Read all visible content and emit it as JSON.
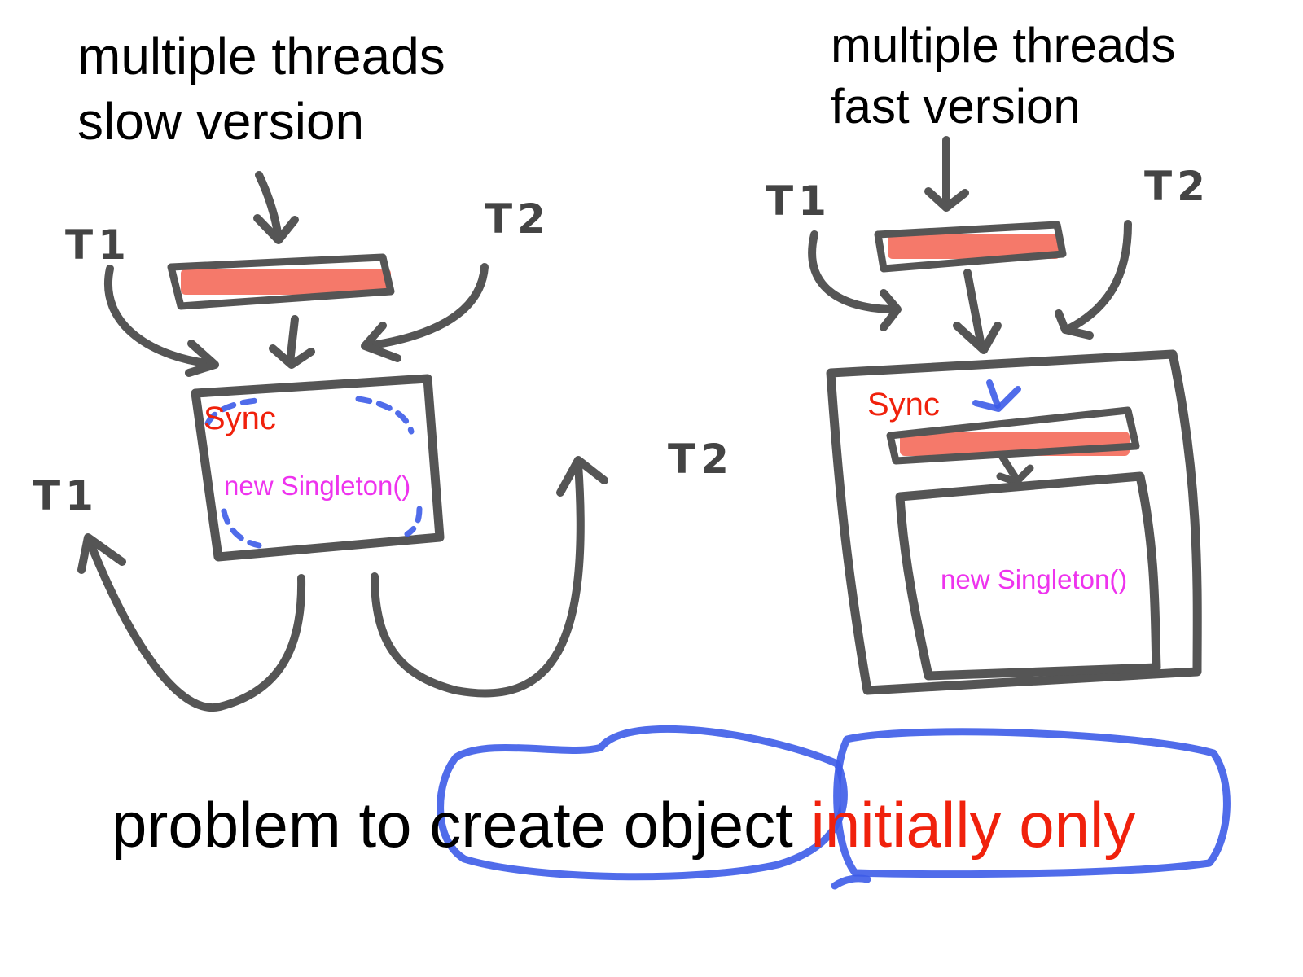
{
  "slow": {
    "heading_line1": "multiple threads",
    "heading_line2": "slow version",
    "sync_label": "Sync",
    "create_label": "new Singleton()",
    "thread_labels": [
      "T1",
      "T2",
      "T1",
      "T2"
    ]
  },
  "fast": {
    "heading_line1": "multiple threads",
    "heading_line2": "fast version",
    "sync_label": "Sync",
    "create_label": "new Singleton()",
    "thread_labels": [
      "T1",
      "T2"
    ]
  },
  "caption": {
    "part1": "problem to ",
    "part2": "create object",
    "part3": "initially only"
  },
  "colors": {
    "stroke": "#555555",
    "highlight_red": "#f0210c",
    "pink": "#ee33ee",
    "circle_blue": "#3d5ce8"
  }
}
